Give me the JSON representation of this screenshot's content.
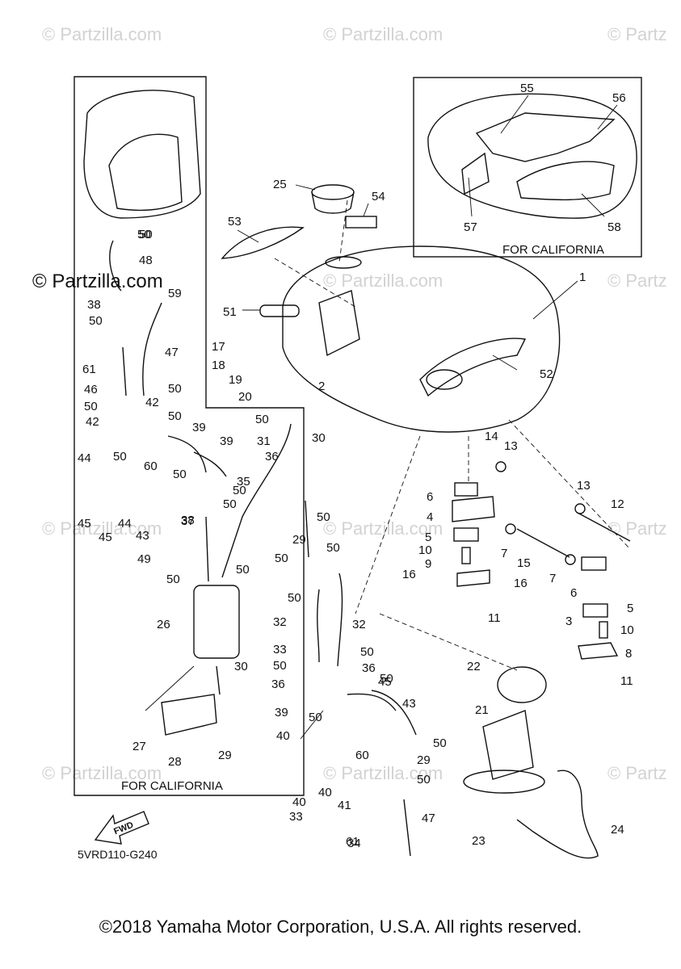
{
  "watermarks": {
    "top_left": "© Partzilla.com",
    "top_center": "© Partzilla.com",
    "top_right": "© Partz",
    "mid_left": "© Partzilla.com",
    "mid_center": "© Partzilla.com",
    "mid_right": "© Partz",
    "row2_left": "© Partzilla.com",
    "row2_center": "© Partzilla.com",
    "row2_right": "© Partz",
    "row3_left": "© Partzilla.com",
    "row3_center": "© Partzilla.com",
    "row3_right": "© Partz"
  },
  "captions": {
    "california_top": "FOR CALIFORNIA",
    "california_left": "FOR CALIFORNIA",
    "fwd": "FWD"
  },
  "diagram_code": "5VRD110-G240",
  "copyright": "©2018 Yamaha Motor Corporation, U.S.A. All rights reserved.",
  "labels": [
    {
      "id": "1",
      "text": "1"
    },
    {
      "id": "2",
      "text": "2"
    },
    {
      "id": "3",
      "text": "3"
    },
    {
      "id": "4",
      "text": "4"
    },
    {
      "id": "5a",
      "text": "5"
    },
    {
      "id": "5b",
      "text": "5"
    },
    {
      "id": "6a",
      "text": "6"
    },
    {
      "id": "6b",
      "text": "6"
    },
    {
      "id": "7a",
      "text": "7"
    },
    {
      "id": "7b",
      "text": "7"
    },
    {
      "id": "8",
      "text": "8"
    },
    {
      "id": "9",
      "text": "9"
    },
    {
      "id": "10a",
      "text": "10"
    },
    {
      "id": "10b",
      "text": "10"
    },
    {
      "id": "11a",
      "text": "11"
    },
    {
      "id": "11b",
      "text": "11"
    },
    {
      "id": "12",
      "text": "12"
    },
    {
      "id": "13a",
      "text": "13"
    },
    {
      "id": "13b",
      "text": "13"
    },
    {
      "id": "14",
      "text": "14"
    },
    {
      "id": "15",
      "text": "15"
    },
    {
      "id": "16a",
      "text": "16"
    },
    {
      "id": "16b",
      "text": "16"
    },
    {
      "id": "17",
      "text": "17"
    },
    {
      "id": "18",
      "text": "18"
    },
    {
      "id": "19",
      "text": "19"
    },
    {
      "id": "20",
      "text": "20"
    },
    {
      "id": "21",
      "text": "21"
    },
    {
      "id": "22",
      "text": "22"
    },
    {
      "id": "23",
      "text": "23"
    },
    {
      "id": "24",
      "text": "24"
    },
    {
      "id": "25",
      "text": "25"
    },
    {
      "id": "26",
      "text": "26"
    },
    {
      "id": "27",
      "text": "27"
    },
    {
      "id": "28",
      "text": "28"
    },
    {
      "id": "29a",
      "text": "29"
    },
    {
      "id": "29b",
      "text": "29"
    },
    {
      "id": "29c",
      "text": "29"
    },
    {
      "id": "30a",
      "text": "30"
    },
    {
      "id": "30b",
      "text": "30"
    },
    {
      "id": "31",
      "text": "31"
    },
    {
      "id": "32a",
      "text": "32"
    },
    {
      "id": "32b",
      "text": "32"
    },
    {
      "id": "33a",
      "text": "33"
    },
    {
      "id": "33b",
      "text": "33"
    },
    {
      "id": "34",
      "text": "34"
    },
    {
      "id": "35",
      "text": "35"
    },
    {
      "id": "36a",
      "text": "36"
    },
    {
      "id": "36b",
      "text": "36"
    },
    {
      "id": "36c",
      "text": "36"
    },
    {
      "id": "37",
      "text": "37"
    },
    {
      "id": "38a",
      "text": "38"
    },
    {
      "id": "38b",
      "text": "38"
    },
    {
      "id": "39a",
      "text": "39"
    },
    {
      "id": "39b",
      "text": "39"
    },
    {
      "id": "39c",
      "text": "39"
    },
    {
      "id": "40a",
      "text": "40"
    },
    {
      "id": "40b",
      "text": "40"
    },
    {
      "id": "40c",
      "text": "40"
    },
    {
      "id": "41",
      "text": "41"
    },
    {
      "id": "42a",
      "text": "42"
    },
    {
      "id": "42b",
      "text": "42"
    },
    {
      "id": "43a",
      "text": "43"
    },
    {
      "id": "43b",
      "text": "43"
    },
    {
      "id": "44a",
      "text": "44"
    },
    {
      "id": "44b",
      "text": "44"
    },
    {
      "id": "45a",
      "text": "45"
    },
    {
      "id": "45b",
      "text": "45"
    },
    {
      "id": "45c",
      "text": "45"
    },
    {
      "id": "46",
      "text": "46"
    },
    {
      "id": "47a",
      "text": "47"
    },
    {
      "id": "47b",
      "text": "47"
    },
    {
      "id": "48",
      "text": "48"
    },
    {
      "id": "49",
      "text": "49"
    },
    {
      "id": "50",
      "text": "50"
    },
    {
      "id": "51",
      "text": "51"
    },
    {
      "id": "52",
      "text": "52"
    },
    {
      "id": "53",
      "text": "53"
    },
    {
      "id": "54",
      "text": "54"
    },
    {
      "id": "55",
      "text": "55"
    },
    {
      "id": "56",
      "text": "56"
    },
    {
      "id": "57",
      "text": "57"
    },
    {
      "id": "58",
      "text": "58"
    },
    {
      "id": "59",
      "text": "59"
    },
    {
      "id": "60a",
      "text": "60"
    },
    {
      "id": "60b",
      "text": "60"
    },
    {
      "id": "61a",
      "text": "61"
    },
    {
      "id": "61b",
      "text": "61"
    }
  ],
  "label_50_count_text": "50"
}
